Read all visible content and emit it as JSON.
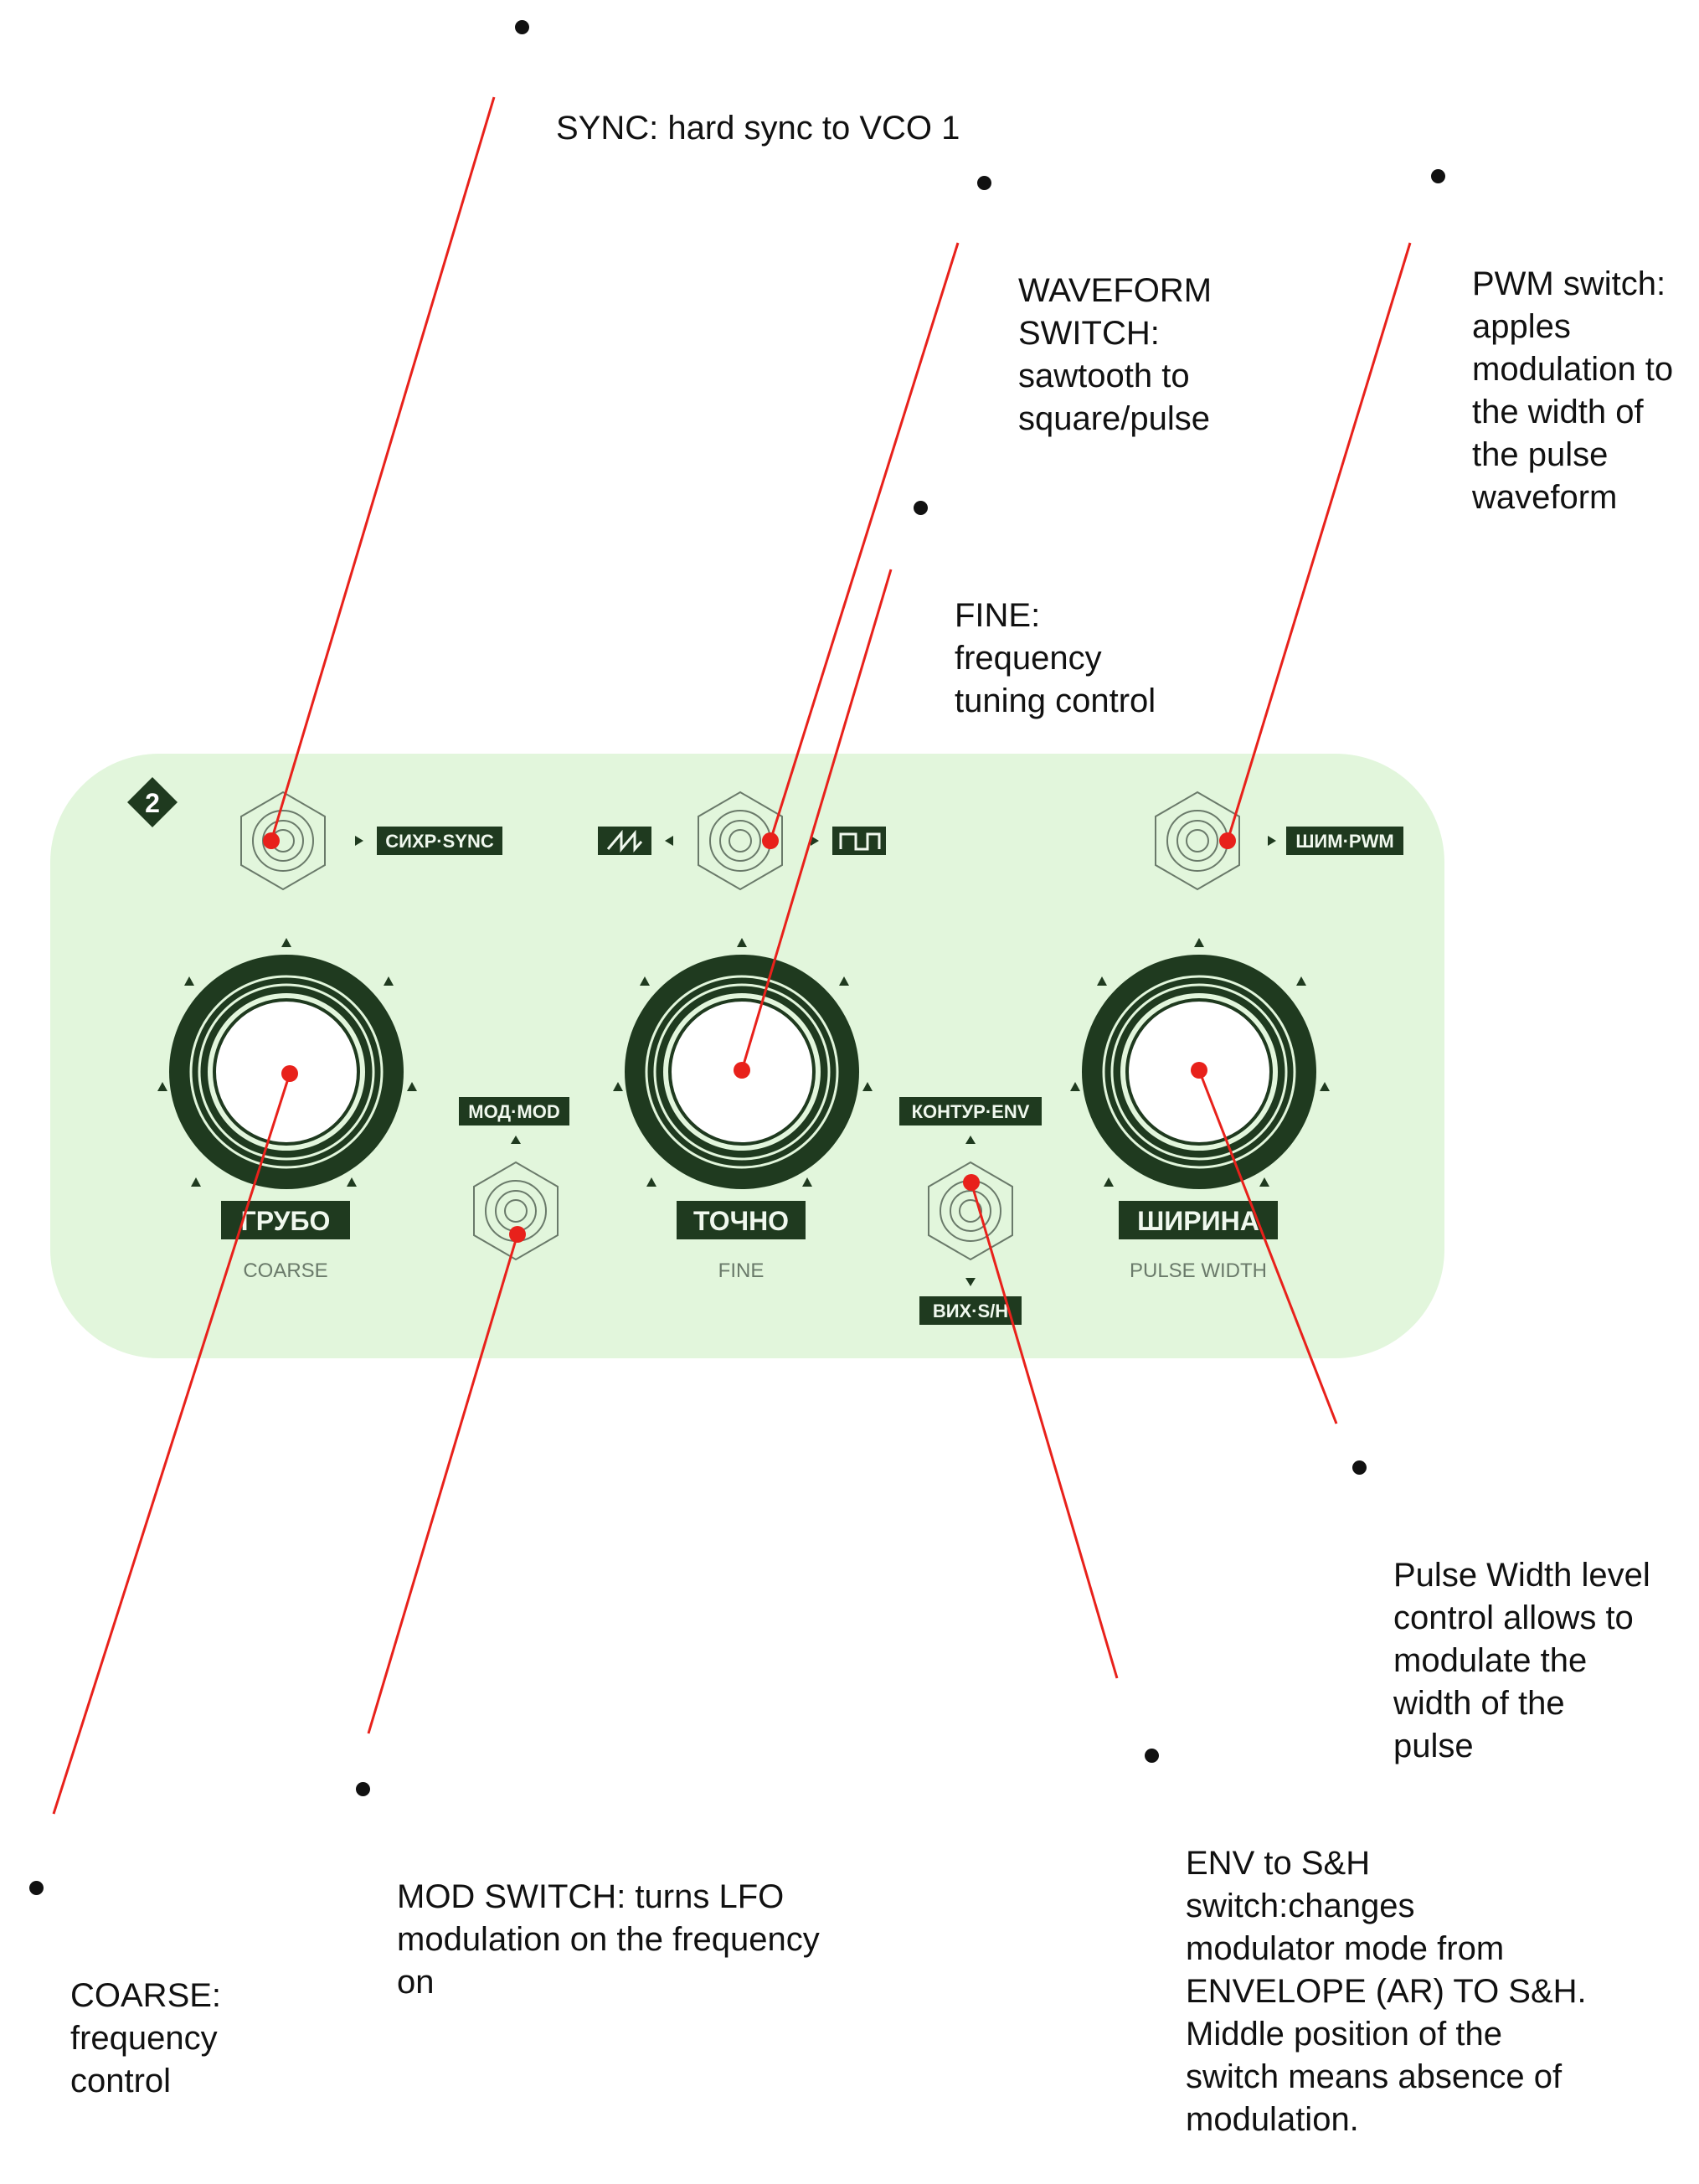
{
  "colors": {
    "panel": "#e2f6dc",
    "dark": "#1f3a1f",
    "leader": "#e8211b",
    "label_text": "#f0f8ee",
    "caption": "#6a7a6a"
  },
  "panel": {
    "module_number": "2",
    "sync_label": "СИХР·SYNC",
    "saw_icon": "sawtooth-wave-icon",
    "square_icon": "square-wave-icon",
    "pwm_label": "ШИМ·PWM",
    "mod_label": "МОД·MOD",
    "env_label": "КОНТУР·ENV",
    "sh_label": "ВИХ·S/H",
    "knobs": [
      {
        "label": "ГРУБО",
        "caption": "COARSE"
      },
      {
        "label": "ТОЧНО",
        "caption": "FINE"
      },
      {
        "label": "ШИРИНА",
        "caption": "PULSE WIDTH"
      }
    ]
  },
  "annotations": {
    "sync": "SYNC: hard sync to VCO 1",
    "waveform": "WAVEFORM\nSWITCH:\nsawtooth to\nsquare/pulse",
    "pwm": "PWM switch:\napples\nmodulation to\nthe width of\nthe pulse\nwaveform",
    "fine": "FINE:\nfrequency\ntuning control",
    "pulse_width": "Pulse Width level\ncontrol allows to\nmodulate the\nwidth of the\npulse",
    "env_sh": "ENV to S&H\nswitch:changes\nmodulator mode from\nENVELOPE (AR) TO S&H.\nMiddle position of the\nswitch means absence of\nmodulation.",
    "mod": "MOD SWITCH: turns LFO\nmodulation on the frequency\non",
    "coarse": "COARSE:\nfrequency\ncontrol"
  }
}
